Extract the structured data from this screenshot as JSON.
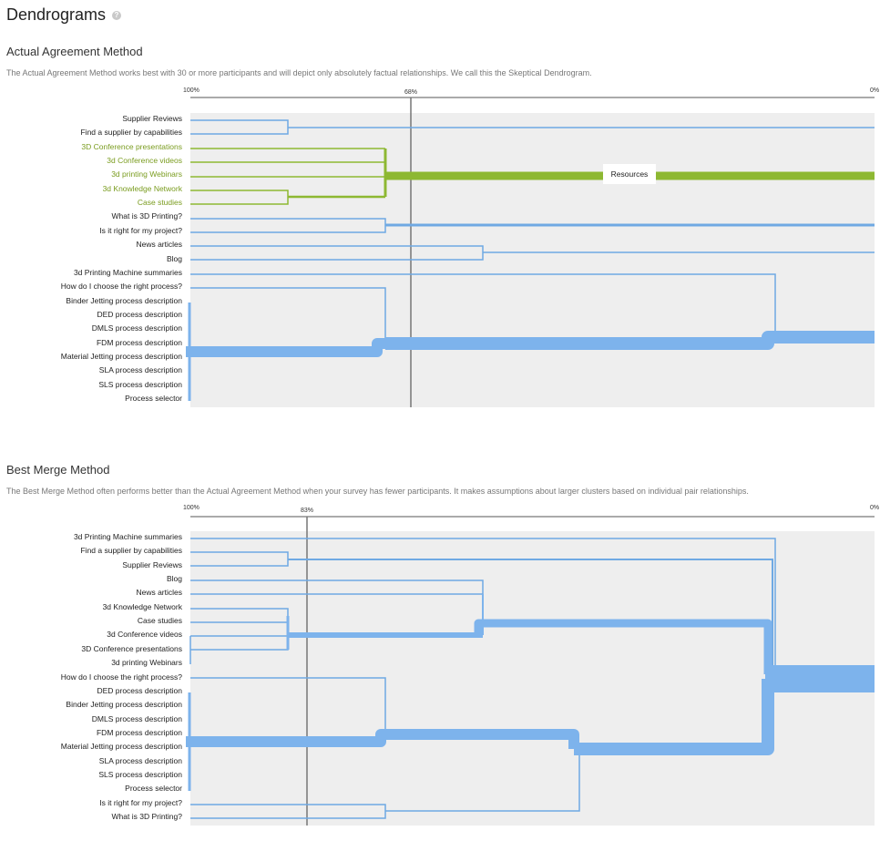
{
  "page": {
    "title": "Dendrograms",
    "help_icon": "question-circle-icon"
  },
  "colors": {
    "branch_blue": "#6fa9e3",
    "branch_blue_thick": "#7db3ec",
    "branch_green": "#8db832",
    "label_green": "#7a9c1f",
    "plot_bg": "#eeeeee",
    "threshold_line": "#777777"
  },
  "sections": [
    {
      "title": "Actual Agreement Method",
      "description": "The Actual Agreement Method works best with 30 or more participants and will depict only absolutely factual relationships. We call this the Skeptical Dendrogram.",
      "axis_left": "100%",
      "axis_right": "0%",
      "threshold_label": "68%",
      "cluster_label": "Resources",
      "items": [
        {
          "label": "Supplier Reviews",
          "highlight": false
        },
        {
          "label": "Find a supplier by capabilities",
          "highlight": false
        },
        {
          "label": "3D Conference presentations",
          "highlight": true
        },
        {
          "label": "3d Conference videos",
          "highlight": true
        },
        {
          "label": "3d printing Webinars",
          "highlight": true
        },
        {
          "label": "3d Knowledge Network",
          "highlight": true
        },
        {
          "label": "Case studies",
          "highlight": true
        },
        {
          "label": "What is 3D Printing?",
          "highlight": false
        },
        {
          "label": "Is it right for my project?",
          "highlight": false
        },
        {
          "label": "News articles",
          "highlight": false
        },
        {
          "label": "Blog",
          "highlight": false
        },
        {
          "label": "3d Printing Machine summaries",
          "highlight": false
        },
        {
          "label": "How do I choose the right process?",
          "highlight": false
        },
        {
          "label": "Binder Jetting process description",
          "highlight": false
        },
        {
          "label": "DED process description",
          "highlight": false
        },
        {
          "label": "DMLS process description",
          "highlight": false
        },
        {
          "label": "FDM process description",
          "highlight": false
        },
        {
          "label": "Material Jetting process description",
          "highlight": false
        },
        {
          "label": "SLA process description",
          "highlight": false
        },
        {
          "label": "SLS process description",
          "highlight": false
        },
        {
          "label": "Process selector",
          "highlight": false
        }
      ]
    },
    {
      "title": "Best Merge Method",
      "description": "The Best Merge Method often performs better than the Actual Agreement Method when your survey has fewer participants. It makes assumptions about larger clusters based on individual pair relationships.",
      "axis_left": "100%",
      "axis_right": "0%",
      "threshold_label": "83%",
      "items": [
        {
          "label": "3d Printing Machine summaries",
          "highlight": false
        },
        {
          "label": "Find a supplier by capabilities",
          "highlight": false
        },
        {
          "label": "Supplier Reviews",
          "highlight": false
        },
        {
          "label": "Blog",
          "highlight": false
        },
        {
          "label": "News articles",
          "highlight": false
        },
        {
          "label": "3d Knowledge Network",
          "highlight": false
        },
        {
          "label": "Case studies",
          "highlight": false
        },
        {
          "label": "3d Conference videos",
          "highlight": false
        },
        {
          "label": "3D Conference presentations",
          "highlight": false
        },
        {
          "label": "3d printing Webinars",
          "highlight": false
        },
        {
          "label": "How do I choose the right process?",
          "highlight": false
        },
        {
          "label": "DED process description",
          "highlight": false
        },
        {
          "label": "Binder Jetting process description",
          "highlight": false
        },
        {
          "label": "DMLS process description",
          "highlight": false
        },
        {
          "label": "FDM process description",
          "highlight": false
        },
        {
          "label": "Material Jetting process description",
          "highlight": false
        },
        {
          "label": "SLA process description",
          "highlight": false
        },
        {
          "label": "SLS process description",
          "highlight": false
        },
        {
          "label": "Process selector",
          "highlight": false
        },
        {
          "label": "Is it right for my project?",
          "highlight": false
        },
        {
          "label": "What is 3D Printing?",
          "highlight": false
        }
      ]
    }
  ]
}
